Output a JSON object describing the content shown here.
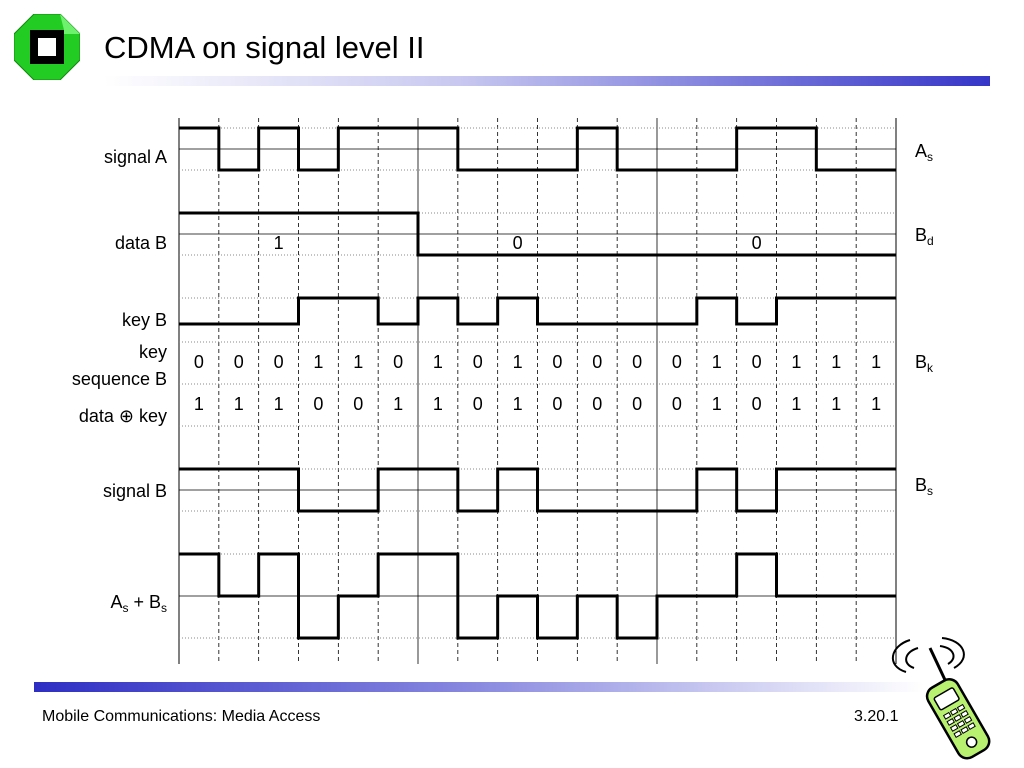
{
  "slide": {
    "title": "CDMA on signal level II",
    "footer": "Mobile Communications: Media Access",
    "page": "3.20.1"
  },
  "colors": {
    "logo_green": "#22cc22",
    "title_bar_end": "#3535c8",
    "phone_green": "#b8f070"
  },
  "icons": [
    "university-logo-icon",
    "mobile-phone-icon"
  ],
  "diagram": {
    "rows": [
      {
        "label_lines": [
          "signal A"
        ],
        "right_main": "A",
        "right_sub": "s",
        "levels": [
          1,
          0,
          1,
          0,
          1,
          1,
          1,
          0,
          0,
          0,
          1,
          0,
          0,
          0,
          1,
          1,
          0,
          0
        ]
      },
      {
        "label_lines": [
          "data B"
        ],
        "right_main": "B",
        "right_sub": "d",
        "levels": [
          1,
          1,
          1,
          1,
          1,
          1,
          0,
          0,
          0,
          0,
          0,
          0,
          0,
          0,
          0,
          0,
          0,
          0
        ],
        "bits": [
          "1",
          "0",
          "0"
        ]
      },
      {
        "label_lines": [
          "key B"
        ],
        "levels": [
          0,
          0,
          0,
          1,
          1,
          0,
          1,
          0,
          1,
          0,
          0,
          0,
          0,
          1,
          0,
          1,
          1,
          1
        ]
      },
      {
        "label_lines": [
          "key",
          "sequence B"
        ],
        "right_main": "B",
        "right_sub": "k",
        "values": [
          "0",
          "0",
          "0",
          "1",
          "1",
          "0",
          "1",
          "0",
          "1",
          "0",
          "0",
          "0",
          "0",
          "1",
          "0",
          "1",
          "1",
          "1"
        ]
      },
      {
        "label_main": "data ",
        "label_symbol": "⊕",
        "label_rest": " key",
        "values": [
          "1",
          "1",
          "1",
          "0",
          "0",
          "1",
          "1",
          "0",
          "1",
          "0",
          "0",
          "0",
          "0",
          "1",
          "0",
          "1",
          "1",
          "1"
        ]
      },
      {
        "label_lines": [
          "signal B"
        ],
        "right_main": "B",
        "right_sub": "s",
        "levels": [
          1,
          1,
          1,
          0,
          0,
          1,
          1,
          0,
          1,
          0,
          0,
          0,
          0,
          1,
          0,
          1,
          1,
          1
        ]
      },
      {
        "label_main": "A",
        "label_sub1": "s",
        "label_mid": " + B",
        "label_sub2": "s",
        "levels": [
          2,
          0,
          2,
          -2,
          0,
          2,
          2,
          -2,
          0,
          -2,
          0,
          -2,
          0,
          0,
          2,
          0,
          0,
          0
        ]
      }
    ]
  }
}
